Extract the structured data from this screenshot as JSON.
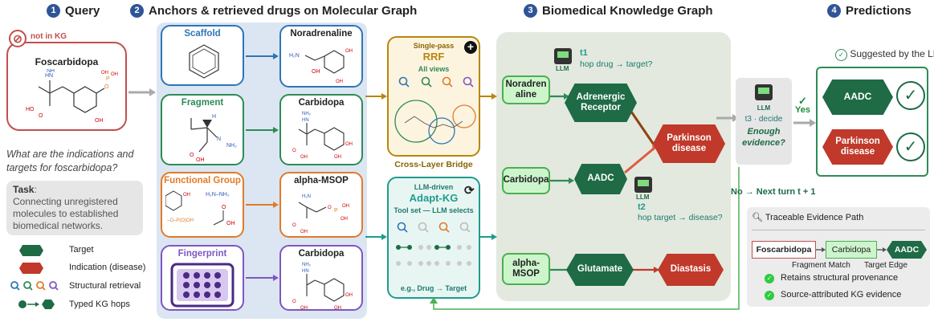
{
  "sections": {
    "s1": {
      "num": "1",
      "title": "Query"
    },
    "s2": {
      "num": "2",
      "title": "Anchors & retrieved drugs on Molecular Graph"
    },
    "s3": {
      "num": "3",
      "title": "Biomedical Knowledge Graph"
    },
    "s4": {
      "num": "4",
      "title": "Predictions"
    }
  },
  "query": {
    "badge": "not in KG",
    "drug": "Foscarbidopa",
    "question": "What are the indications and targets for foscarbidopa?",
    "task_title": "Task",
    "task_text": "Connecting unregistered molecules to established biomedical networks."
  },
  "legend": {
    "target": "Target",
    "indication": "Indication (disease)",
    "structural": "Structural retrieval",
    "typed": "Typed KG hops"
  },
  "anchors": [
    {
      "query_label": "Scaffold",
      "drug_label": "Noradrenaline"
    },
    {
      "query_label": "Fragment",
      "drug_label": "Carbidopa"
    },
    {
      "query_label": "Functional Group",
      "drug_label": "alpha-MSOP"
    },
    {
      "query_label": "Fingerprint",
      "drug_label": "Carbidopa"
    }
  ],
  "rrf": {
    "top": "Single-pass",
    "name": "RRF",
    "views": "All views"
  },
  "bridge": "Cross-Layer Bridge",
  "adapt": {
    "top": "LLM-driven",
    "name": "Adapt-KG",
    "tools": "Tool set — LLM selects",
    "example": "e.g., Drug → Target"
  },
  "kg": {
    "drugs": [
      "Noradren aline",
      "Carbidopa",
      "alpha-MSOP"
    ],
    "targets": [
      "Adrenergic Receptor",
      "AADC",
      "Glutamate"
    ],
    "diseases": [
      "Parkinson disease",
      "Diastasis"
    ],
    "t1_label": "t1",
    "t1_text": "hop drug → target?",
    "t2_label": "t2",
    "t2_text": "hop target → disease?",
    "llm": "LLM"
  },
  "decide": {
    "llm": "LLM",
    "step": "t3 · decide",
    "question": "Enough evidence?",
    "yes_mark": "✓",
    "yes": "Yes",
    "no": "No",
    "next": "→ Next turn",
    "turn": "t + 1"
  },
  "predictions": {
    "suggested": "Suggested by the LLM",
    "items": [
      "AADC",
      "Parkinson disease"
    ],
    "check": "✓"
  },
  "evidence": {
    "title": "Traceable Evidence Path",
    "path": [
      "Foscarbidopa",
      "Carbidopa",
      "AADC"
    ],
    "edge1": "Fragment Match",
    "edge2": "Target Edge",
    "bullets": [
      "Retains structural provenance",
      "Source-attributed KG evidence"
    ]
  },
  "colors": {
    "scaffold": "#2e75b6",
    "fragment": "#2e8b57",
    "functional": "#e07b2a",
    "fingerprint": "#7e57c2",
    "query": "#c0504d",
    "rrf": "#b8860b",
    "adapt": "#1f9c8c",
    "target": "#1e6b46",
    "disease": "#c0392b"
  }
}
